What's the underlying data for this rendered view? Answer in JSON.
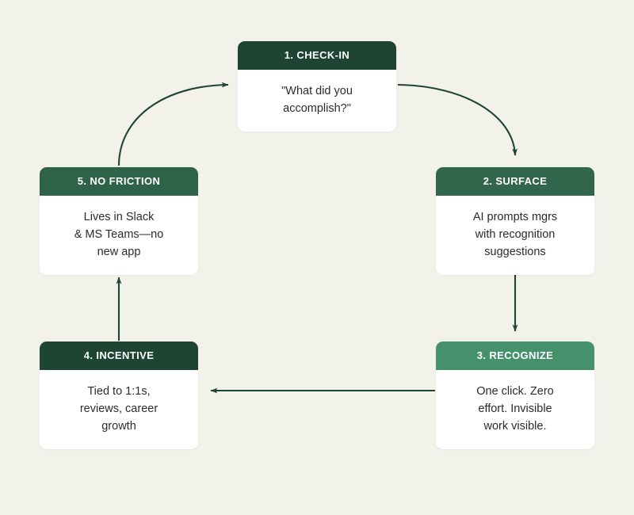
{
  "diagram": {
    "background_color": "#f2f2ea",
    "arrow_color": "#1e4433",
    "body_text_color": "#2b2b2b",
    "header_text_color": "#ffffff",
    "nodes": [
      {
        "id": "check-in",
        "title": "1. CHECK-IN",
        "body": "\"What did you\naccomplish?\"",
        "header_color": "#1e4433"
      },
      {
        "id": "surface",
        "title": "2. SURFACE",
        "body": "AI prompts mgrs\nwith recognition\nsuggestions",
        "header_color": "#31654c"
      },
      {
        "id": "recognize",
        "title": "3. RECOGNIZE",
        "body": "One click. Zero\neffort. Invisible\nwork visible.",
        "header_color": "#44916c"
      },
      {
        "id": "incentive",
        "title": "4. INCENTIVE",
        "body": "Tied to 1:1s,\nreviews, career\ngrowth",
        "header_color": "#1e4433"
      },
      {
        "id": "no-friction",
        "title": "5. NO FRICTION",
        "body": "Lives in Slack\n& MS Teams—no\nnew app",
        "header_color": "#2f6349"
      }
    ],
    "connectors": [
      {
        "id": "check-in-to-surface",
        "from": "check-in",
        "to": "surface",
        "style": "curved"
      },
      {
        "id": "surface-to-recognize",
        "from": "surface",
        "to": "recognize",
        "style": "straight-down"
      },
      {
        "id": "recognize-to-incentive",
        "from": "recognize",
        "to": "incentive",
        "style": "straight-left"
      },
      {
        "id": "incentive-to-no-friction",
        "from": "incentive",
        "to": "no-friction",
        "style": "straight-up"
      },
      {
        "id": "no-friction-to-check-in",
        "from": "no-friction",
        "to": "check-in",
        "style": "curved"
      }
    ]
  }
}
